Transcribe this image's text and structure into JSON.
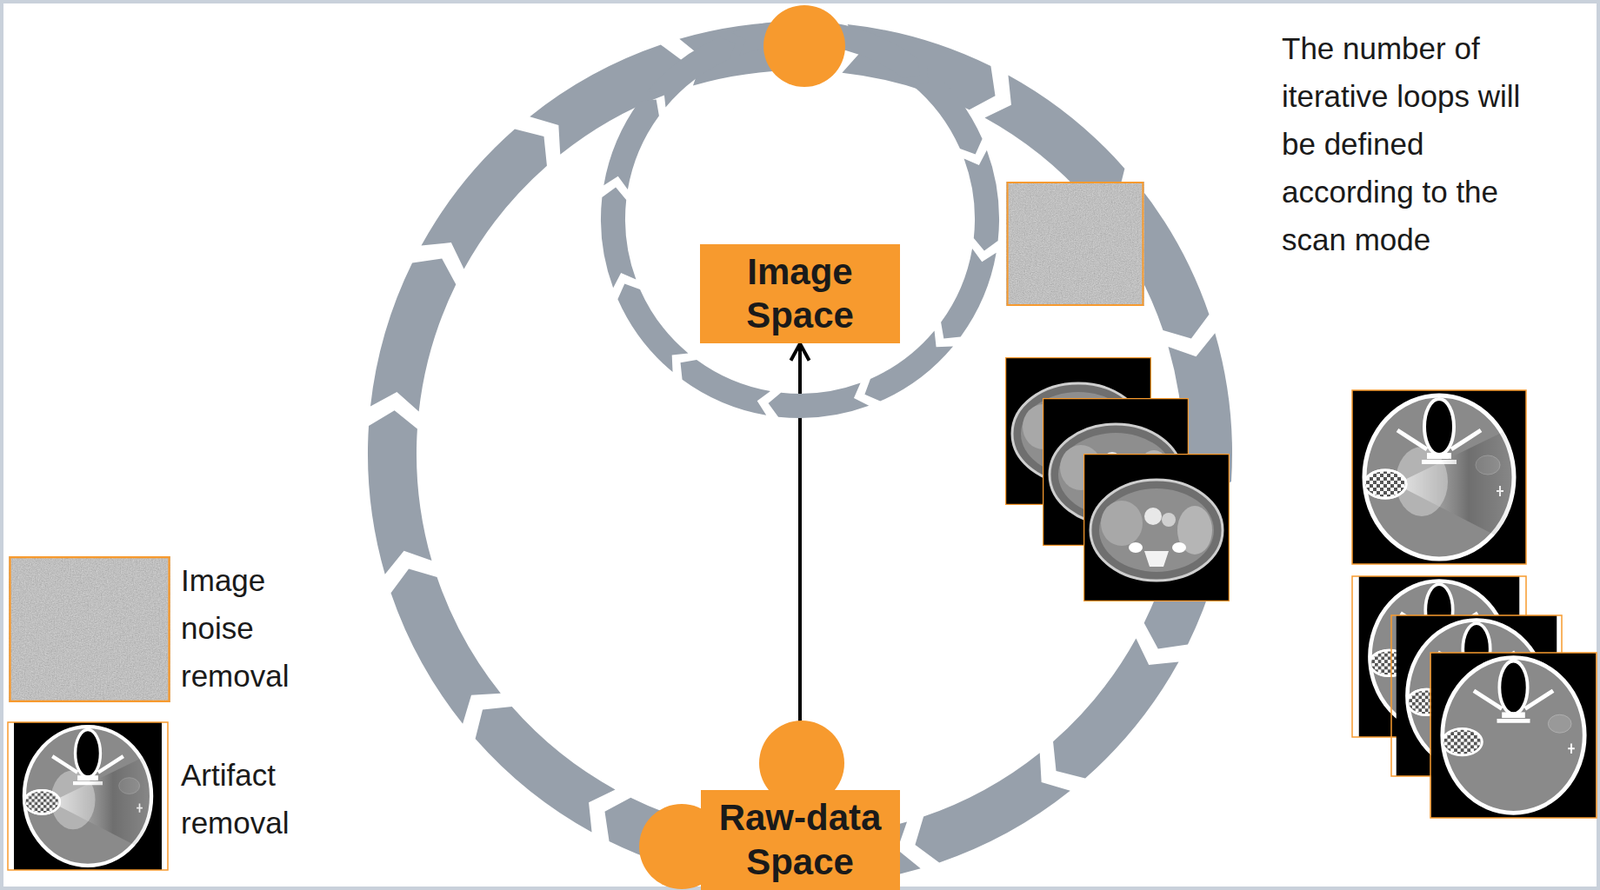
{
  "diagram": {
    "nodes": [
      {
        "text": [
          "Image Space"
        ]
      },
      {
        "text": [
          "Raw-data Space"
        ]
      }
    ],
    "edges": [
      {
        "from": 1,
        "to": 0,
        "arrow": "to"
      }
    ],
    "labels": [
      "The number of iterative loops will be defined according to the scan mode"
    ],
    "legend": [
      {
        "text": "Image noise removal"
      },
      {
        "text": "Artifact removal"
      }
    ]
  }
}
